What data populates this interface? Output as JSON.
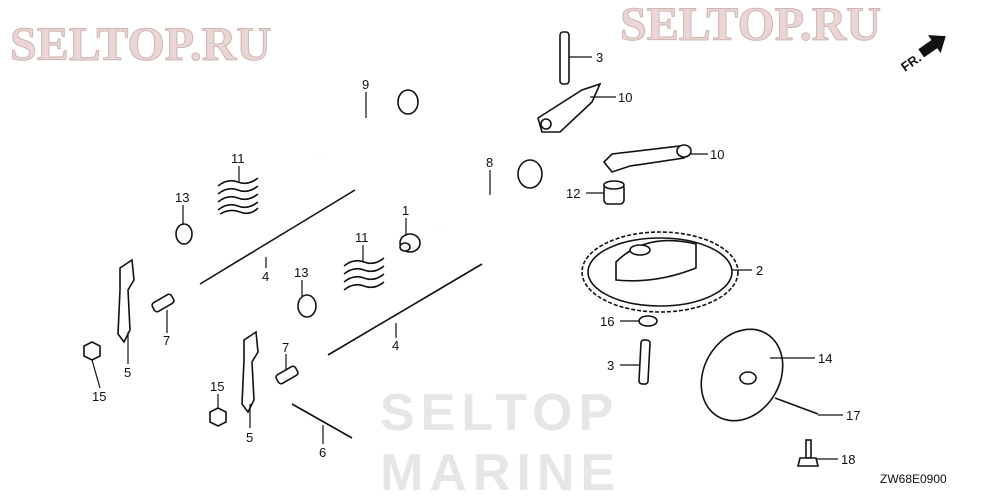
{
  "diagram": {
    "orientation_label": "FR.",
    "drawing_code": "ZW68E0900",
    "watermarks": [
      "SELTOP.RU",
      "SELTOP",
      "MARINE",
      "SELTOP.RU"
    ],
    "callouts": {
      "c1": "1",
      "c2": "2",
      "c3a": "3",
      "c3b": "3",
      "c4a": "4",
      "c4b": "4",
      "c5a": "5",
      "c5b": "5",
      "c6": "6",
      "c7a": "7",
      "c7b": "7",
      "c8": "8",
      "c9": "9",
      "c10a": "10",
      "c10b": "10",
      "c11a": "11",
      "c11b": "11",
      "c12": "12",
      "c13a": "13",
      "c13b": "13",
      "c14": "14",
      "c15a": "15",
      "c15b": "15",
      "c16": "16",
      "c17": "17",
      "c18": "18"
    }
  }
}
